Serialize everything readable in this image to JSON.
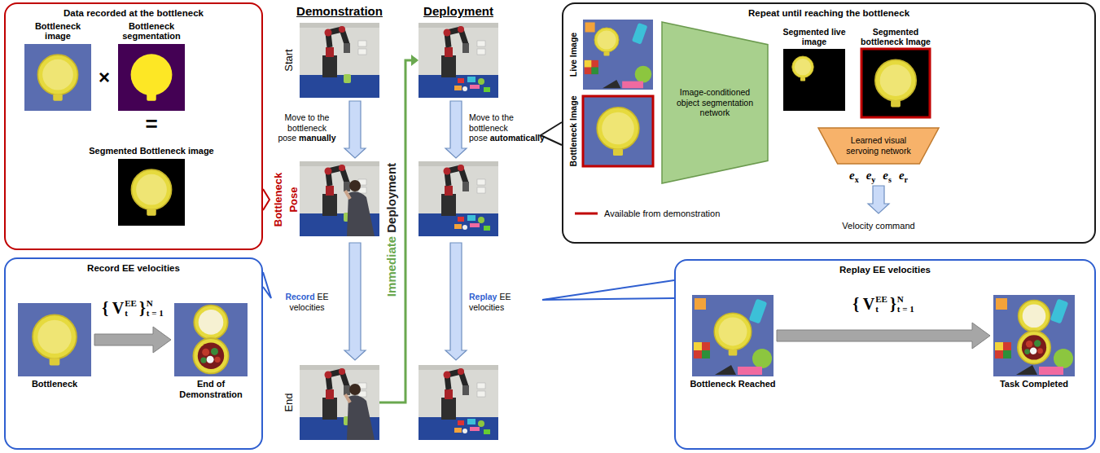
{
  "diagram": {
    "nodes": [
      {
        "text": [
          "Data recorded at the bottleneck"
        ]
      },
      {
        "text": [
          "Bottleneck image"
        ],
        "in": 0
      },
      {
        "text": [
          "Bottleneck segmentation"
        ],
        "in": 0
      },
      {
        "text": [
          "Segmented Bottleneck image"
        ],
        "in": 0
      },
      {
        "text": [
          "Record EE velocities"
        ]
      },
      {
        "text": [
          "Bottleneck"
        ],
        "in": 4
      },
      {
        "text": [
          "End of Demonstration"
        ],
        "in": 4
      },
      {
        "text": [
          "Repeat until reaching the bottleneck"
        ]
      },
      {
        "text": [
          "Live Image"
        ],
        "in": 7
      },
      {
        "text": [
          "Bottleneck Image"
        ],
        "in": 7
      },
      {
        "text": [
          "Image-conditioned object segmentation network"
        ],
        "in": 7
      },
      {
        "text": [
          "Segmented live image"
        ],
        "in": 7
      },
      {
        "text": [
          "Segmented bottleneck Image"
        ],
        "in": 7
      },
      {
        "text": [
          "Learned visual servoing network"
        ],
        "in": 7
      },
      {
        "text": [
          "Replay EE velocities"
        ]
      },
      {
        "text": [
          "Bottleneck Reached"
        ],
        "in": 14
      },
      {
        "text": [
          "Task Completed"
        ],
        "in": 14
      }
    ],
    "edges": [
      {
        "from": 5,
        "to": 6,
        "arrow": "to"
      },
      {
        "from": 15,
        "to": 16,
        "arrow": "to"
      }
    ],
    "labels": [
      "Demonstration",
      "Deployment",
      "×",
      "=",
      "{ V",
      "EE",
      "t",
      "}",
      "N",
      "t = 1",
      "Start",
      "Move to the bottleneck pose",
      "manually",
      "Bottleneck Pose",
      "Record",
      "EE velocities",
      "End",
      "Immediate",
      "Deployment",
      "Move to the bottleneck pose",
      "automatically",
      "Replay",
      "EE velocities",
      "e",
      "x",
      "e",
      "y",
      "e",
      "s",
      "e",
      "r",
      "Velocity command",
      "{ V",
      "EE",
      "t",
      "}",
      "N",
      "t = 1"
    ],
    "legend": [
      {
        "text": "Available from demonstration"
      }
    ]
  }
}
